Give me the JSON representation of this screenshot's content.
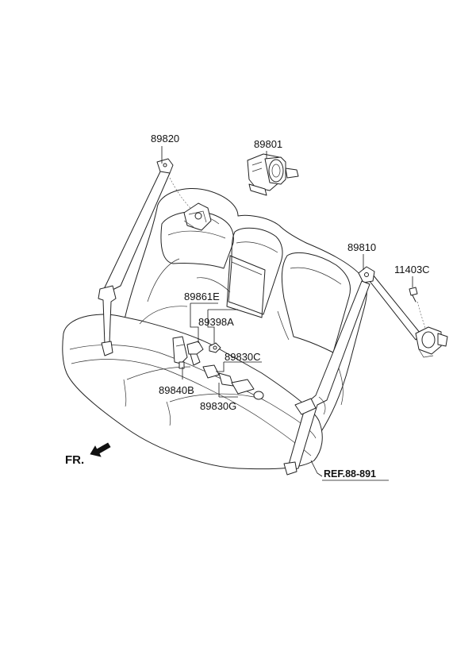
{
  "parts": {
    "p89820": "89820",
    "p89801": "89801",
    "p89810": "89810",
    "p11403C": "11403C",
    "p89861E": "89861E",
    "p89398A": "89398A",
    "p89830C": "89830C",
    "p89840B": "89840B",
    "p89830G": "89830G"
  },
  "reference": "REF.88-891",
  "direction": {
    "label": "FR.",
    "arrow_icon": "arrow-down-left-icon"
  }
}
